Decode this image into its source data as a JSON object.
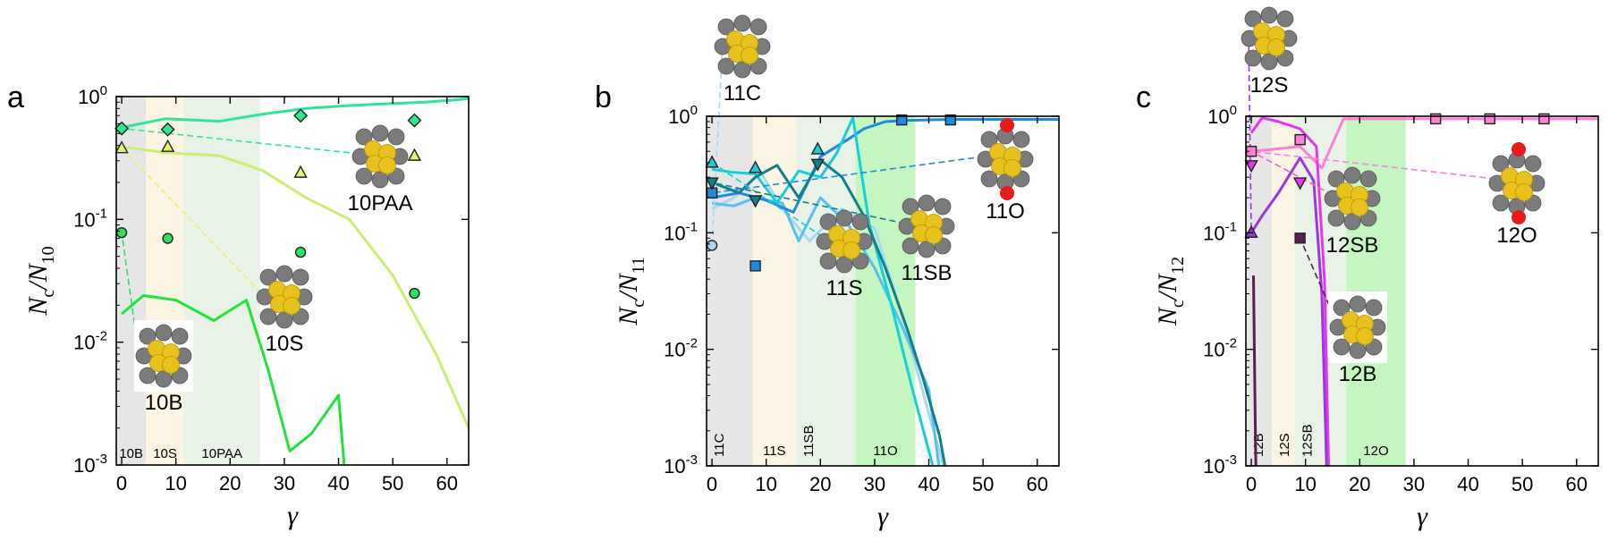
{
  "chart_data": [
    {
      "type": "line",
      "panel": "a",
      "xlabel": "γ",
      "ylabel": {
        "base": "N",
        "sub1": "c",
        "slash": "/N",
        "sub2": "10"
      },
      "xlim": [
        -1,
        64
      ],
      "ylim_log10": [
        -3,
        0
      ],
      "xticks": [
        0,
        10,
        20,
        30,
        40,
        50,
        60
      ],
      "yticks": [
        {
          "exp": -3,
          "label": "10",
          "sup": "-3"
        },
        {
          "exp": -2,
          "label": "10",
          "sup": "-2"
        },
        {
          "exp": -1,
          "label": "10",
          "sup": "-1"
        },
        {
          "exp": 0,
          "label": "10",
          "sup": "0"
        }
      ],
      "regions": [
        {
          "label": "10B",
          "x0": -1,
          "x1": 4.5,
          "color": "#e6e6e6"
        },
        {
          "label": "10S",
          "x0": 4.5,
          "x1": 11.5,
          "color": "#fdf5e4"
        },
        {
          "label": "10PAA",
          "x0": 11.5,
          "x1": 25.5,
          "color": "#e8f2e6"
        }
      ],
      "series": [
        {
          "color": "#2ee59a",
          "x": [
            0,
            8,
            18,
            26,
            34,
            41,
            48,
            56,
            64
          ],
          "y": [
            0.56,
            0.66,
            0.63,
            0.72,
            0.8,
            0.84,
            0.87,
            0.9,
            0.96
          ]
        },
        {
          "color": "#c9f070",
          "x": [
            0,
            8,
            18,
            26,
            34,
            42,
            50,
            58,
            64
          ],
          "y": [
            0.39,
            0.35,
            0.33,
            0.25,
            0.15,
            0.1,
            0.035,
            0.008,
            0.002
          ]
        },
        {
          "color": "#1fe43a",
          "x": [
            0,
            4,
            10,
            17,
            23,
            27,
            31,
            35,
            40,
            42
          ],
          "y": [
            0.017,
            0.024,
            0.022,
            0.015,
            0.022,
            0.006,
            0.0013,
            0.0018,
            0.0037,
            0.0003
          ]
        }
      ],
      "markers": [
        {
          "shape": "diamond",
          "color": "#30e890",
          "x": [
            0,
            8.5,
            33,
            54
          ],
          "y": [
            0.55,
            0.54,
            0.7,
            0.64
          ]
        },
        {
          "shape": "triangle",
          "color": "#e8f070",
          "x": [
            0,
            8.5,
            33,
            54
          ],
          "y": [
            0.38,
            0.39,
            0.24,
            0.33
          ]
        },
        {
          "shape": "circle",
          "color": "#2de060",
          "x": [
            0,
            8.5,
            33,
            54
          ],
          "y": [
            0.078,
            0.07,
            0.054,
            0.025
          ]
        }
      ],
      "annotations": [
        {
          "label": "10B",
          "x": 4.0,
          "y": 0.0046,
          "color": "#2de060"
        },
        {
          "label": "10S",
          "x": 30.0,
          "y": 0.017,
          "color": "#e8f070"
        },
        {
          "label": "10PAA",
          "x": 53.0,
          "y": 0.15,
          "color": "#30e890"
        }
      ]
    },
    {
      "type": "line",
      "panel": "b",
      "xlabel": "γ",
      "ylabel": {
        "base": "N",
        "sub1": "c",
        "slash": "/N",
        "sub2": "11"
      },
      "xlim": [
        -1,
        64
      ],
      "ylim_log10": [
        -3,
        0
      ],
      "xticks": [
        0,
        10,
        20,
        30,
        40,
        50,
        60
      ],
      "yticks": [
        {
          "exp": -3,
          "label": "10",
          "sup": "-3"
        },
        {
          "exp": -2,
          "label": "10",
          "sup": "-2"
        },
        {
          "exp": -1,
          "label": "10",
          "sup": "-1"
        },
        {
          "exp": 0,
          "label": "10",
          "sup": "0"
        }
      ],
      "regions": [
        {
          "label": "11C",
          "x0": -1,
          "x1": 7.5,
          "color": "#e6e6e6"
        },
        {
          "label": "11S",
          "x0": 7.5,
          "x1": 15.5,
          "color": "#fdf5e4"
        },
        {
          "label": "11SB",
          "x0": 15.5,
          "x1": 26.5,
          "color": "#e8f2e6"
        },
        {
          "label": "11O",
          "x0": 26.5,
          "x1": 37.5,
          "color": "#c4f7c0"
        }
      ],
      "series": [
        {
          "color": "#a8d8f4",
          "x": [
            0,
            4,
            9,
            13,
            18,
            24,
            30,
            35,
            40,
            43
          ],
          "y": [
            0.16,
            0.2,
            0.33,
            0.16,
            0.085,
            0.16,
            0.11,
            0.02,
            0.0028,
            0.0009
          ]
        },
        {
          "color": "#58c0ee",
          "x": [
            0,
            4,
            8,
            13,
            16,
            20,
            25,
            30,
            35,
            40,
            42
          ],
          "y": [
            0.18,
            0.17,
            0.2,
            0.18,
            0.085,
            0.2,
            0.12,
            0.05,
            0.016,
            0.0045,
            0.0009
          ]
        },
        {
          "color": "#1c8ce0",
          "x": [
            0,
            5,
            10,
            15,
            20,
            25,
            28,
            32,
            36,
            44,
            50,
            64
          ],
          "y": [
            0.2,
            0.22,
            0.19,
            0.15,
            0.45,
            0.63,
            0.78,
            0.9,
            0.92,
            0.94,
            0.94,
            0.94
          ]
        },
        {
          "color": "#16cfd8",
          "x": [
            0,
            4,
            8,
            12,
            16,
            20,
            23,
            26,
            29,
            33,
            37,
            41,
            44
          ],
          "y": [
            0.35,
            0.33,
            0.32,
            0.18,
            0.34,
            0.3,
            0.48,
            0.97,
            0.12,
            0.025,
            0.0045,
            0.0009,
            0.0003
          ]
        },
        {
          "color": "#10808c",
          "x": [
            0,
            5,
            8,
            12,
            16,
            20,
            24,
            28,
            32,
            36,
            39,
            42,
            45
          ],
          "y": [
            0.27,
            0.22,
            0.3,
            0.38,
            0.2,
            0.42,
            0.3,
            0.14,
            0.05,
            0.015,
            0.0055,
            0.0018,
            0.0003
          ]
        }
      ],
      "markers": [
        {
          "shape": "square",
          "color": "#1c8ce0",
          "x": [
            0,
            8,
            35,
            44
          ],
          "y": [
            0.22,
            0.052,
            0.93,
            0.93
          ]
        },
        {
          "shape": "triangle",
          "color": "#16cfd8",
          "x": [
            0,
            8,
            19.5
          ],
          "y": [
            0.4,
            0.36,
            0.52
          ]
        },
        {
          "shape": "triangle-down",
          "color": "#10808c",
          "x": [
            0,
            8,
            19.5
          ],
          "y": [
            0.27,
            0.19,
            0.39
          ]
        },
        {
          "shape": "circle",
          "color": "#a8d8f4",
          "x": [
            0
          ],
          "y": [
            0.078
          ]
        }
      ],
      "annotations": [
        {
          "label": "11C",
          "x": 6,
          "y": 4.1,
          "color": "#a8d8f4"
        },
        {
          "label": "11S",
          "x": 24,
          "y": 0.031,
          "color": "#16cfd8"
        },
        {
          "label": "11SB",
          "x": 38,
          "y": 0.037,
          "color": "#10808c"
        },
        {
          "label": "11O",
          "x": 55,
          "y": 0.16,
          "color": "#1c8ce0"
        }
      ]
    },
    {
      "type": "line",
      "panel": "c",
      "xlabel": "γ",
      "ylabel": {
        "base": "N",
        "sub1": "c",
        "slash": "/N",
        "sub2": "12"
      },
      "xlim": [
        -1,
        64
      ],
      "ylim_log10": [
        -3,
        0
      ],
      "xticks": [
        0,
        10,
        20,
        30,
        40,
        50,
        60
      ],
      "yticks": [
        {
          "exp": -3,
          "label": "10",
          "sup": "-3"
        },
        {
          "exp": -2,
          "label": "10",
          "sup": "-2"
        },
        {
          "exp": -1,
          "label": "10",
          "sup": "-1"
        },
        {
          "exp": 0,
          "label": "10",
          "sup": "0"
        }
      ],
      "regions": [
        {
          "label": "12B",
          "x0": -1,
          "x1": 3.8,
          "color": "#e6e6e6"
        },
        {
          "label": "12S",
          "x0": 3.8,
          "x1": 8,
          "color": "#fdf5e4"
        },
        {
          "label": "12SB",
          "x0": 8,
          "x1": 17.5,
          "color": "#e8f2e6"
        },
        {
          "label": "12O",
          "x0": 17.5,
          "x1": 28.5,
          "color": "#c4f7c0"
        }
      ],
      "series": [
        {
          "color": "#ff7ed6",
          "x": [
            0,
            4,
            9,
            13,
            17,
            21,
            25,
            30,
            40,
            64
          ],
          "y": [
            0.5,
            0.52,
            0.55,
            0.36,
            0.95,
            0.95,
            0.95,
            0.95,
            0.95,
            0.95
          ]
        },
        {
          "color": "#e236ef",
          "x": [
            0,
            2,
            5,
            9,
            12,
            13.5,
            14.5
          ],
          "y": [
            0.72,
            0.97,
            0.9,
            0.78,
            0.55,
            0.04,
            0.0003
          ]
        },
        {
          "color": "#9d36e0",
          "x": [
            0,
            2,
            5,
            9,
            11.5,
            13,
            14.2
          ],
          "y": [
            0.1,
            0.14,
            0.22,
            0.44,
            0.28,
            0.03,
            0.0003
          ]
        },
        {
          "color": "#5a1e52",
          "x": [
            0.4,
            0.7,
            1.0
          ],
          "y": [
            0.043,
            0.003,
            0.0003
          ]
        }
      ],
      "markers": [
        {
          "shape": "square",
          "color": "#ff7ed6",
          "x": [
            0,
            9,
            34,
            44,
            54
          ],
          "y": [
            0.5,
            0.63,
            0.95,
            0.95,
            0.95
          ]
        },
        {
          "shape": "triangle-down",
          "color": "#e236ef",
          "x": [
            0,
            9
          ],
          "y": [
            0.38,
            0.27
          ]
        },
        {
          "shape": "triangle",
          "color": "#9d36e0",
          "x": [
            0
          ],
          "y": [
            0.1
          ]
        },
        {
          "shape": "square",
          "color": "#5a1e52",
          "x": [
            9
          ],
          "y": [
            0.09
          ]
        }
      ],
      "annotations": [
        {
          "label": "12S",
          "x": 4,
          "y": 5.3,
          "color": "#9d36e0"
        },
        {
          "label": "12SB",
          "x": 17,
          "y": 0.088,
          "color": "#ff5ec6"
        },
        {
          "label": "12B",
          "x": 17,
          "y": 0.0045,
          "color": "#5a1e52"
        },
        {
          "label": "12O",
          "x": 46,
          "y": 0.15,
          "color": "#ff7ed6"
        }
      ]
    }
  ]
}
